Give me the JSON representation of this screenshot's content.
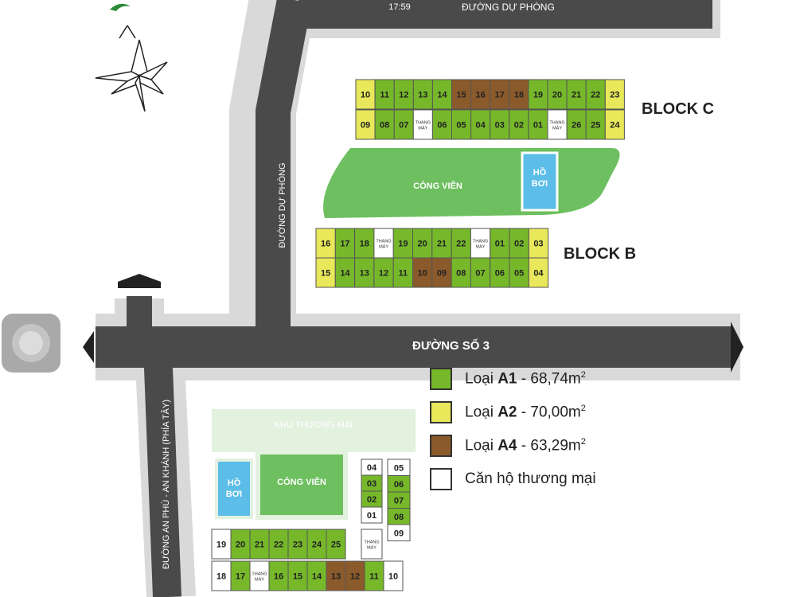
{
  "status_bar": {
    "time": "17:59"
  },
  "roads": {
    "du_phong_top": "ĐƯỜNG DỰ PHÒNG",
    "du_phong_vertical": "ĐƯỜNG DỰ PHÒNG",
    "so_3": "ĐƯỜNG SỐ 3",
    "an_phu": "ĐƯỜNG AN PHÚ - AN KHÁNH (PHÍA TÂY)"
  },
  "areas": {
    "park": "CÔNG VIÊN",
    "pool_line1": "HỒ",
    "pool_line2": "BƠI",
    "commercial_zone": "KHU THƯƠNG MẠI",
    "elevator_line1": "THANG",
    "elevator_line2": "MÁY"
  },
  "blocks": {
    "c_label": "BLOCK C",
    "b_label": "BLOCK B"
  },
  "colors": {
    "A1": "#76b82a",
    "A2": "#e8e85a",
    "A4": "#8b5a2b",
    "commercial": "#ffffff",
    "road": "#4a4a4a",
    "park": "#6dbf5f",
    "pool": "#5bbde8"
  },
  "units": {
    "block_c_top": [
      [
        "10",
        "A2"
      ],
      [
        "11",
        "A1"
      ],
      [
        "12",
        "A1"
      ],
      [
        "13",
        "A1"
      ],
      [
        "14",
        "A1"
      ],
      [
        "15",
        "A4"
      ],
      [
        "16",
        "A4"
      ],
      [
        "17",
        "A4"
      ],
      [
        "18",
        "A4"
      ],
      [
        "19",
        "A1"
      ],
      [
        "20",
        "A1"
      ],
      [
        "21",
        "A1"
      ],
      [
        "22",
        "A1"
      ],
      [
        "23",
        "A2"
      ]
    ],
    "block_c_bottom": [
      [
        "09",
        "A2"
      ],
      [
        "08",
        "A1"
      ],
      [
        "07",
        "A1"
      ],
      [
        "E",
        ""
      ],
      [
        "06",
        "A1"
      ],
      [
        "05",
        "A1"
      ],
      [
        "04",
        "A1"
      ],
      [
        "03",
        "A1"
      ],
      [
        "02",
        "A1"
      ],
      [
        "01",
        "A1"
      ],
      [
        "E",
        ""
      ],
      [
        "26",
        "A1"
      ],
      [
        "25",
        "A1"
      ],
      [
        "24",
        "A2"
      ]
    ],
    "block_b_top": [
      [
        "16",
        "A2"
      ],
      [
        "17",
        "A1"
      ],
      [
        "18",
        "A1"
      ],
      [
        "E",
        ""
      ],
      [
        "19",
        "A1"
      ],
      [
        "20",
        "A1"
      ],
      [
        "21",
        "A1"
      ],
      [
        "22",
        "A1"
      ],
      [
        "E",
        ""
      ],
      [
        "01",
        "A1"
      ],
      [
        "02",
        "A1"
      ],
      [
        "03",
        "A2"
      ]
    ],
    "block_b_bottom": [
      [
        "15",
        "A2"
      ],
      [
        "14",
        "A1"
      ],
      [
        "13",
        "A1"
      ],
      [
        "12",
        "A1"
      ],
      [
        "11",
        "A1"
      ],
      [
        "10",
        "A4"
      ],
      [
        "09",
        "A4"
      ],
      [
        "08",
        "A1"
      ],
      [
        "07",
        "A1"
      ],
      [
        "06",
        "A1"
      ],
      [
        "05",
        "A1"
      ],
      [
        "04",
        "A2"
      ]
    ],
    "block_a_top": [
      [
        "19",
        "CM"
      ],
      [
        "20",
        "A1"
      ],
      [
        "21",
        "A1"
      ],
      [
        "22",
        "A1"
      ],
      [
        "23",
        "A1"
      ],
      [
        "24",
        "A1"
      ],
      [
        "25",
        "A1"
      ]
    ],
    "block_a_bottom": [
      [
        "18",
        "CM"
      ],
      [
        "17",
        "A1"
      ],
      [
        "E",
        ""
      ],
      [
        "16",
        "A1"
      ],
      [
        "15",
        "A1"
      ],
      [
        "14",
        "A1"
      ],
      [
        "13",
        "A4"
      ],
      [
        "12",
        "A4"
      ],
      [
        "11",
        "A1"
      ],
      [
        "10",
        "CM"
      ]
    ],
    "block_a_col_left": [
      [
        "04",
        "CM"
      ],
      [
        "03",
        "A1"
      ],
      [
        "02",
        "A1"
      ],
      [
        "01",
        "CM"
      ]
    ],
    "block_a_col_right": [
      [
        "05",
        "CM"
      ],
      [
        "06",
        "A1"
      ],
      [
        "07",
        "A1"
      ],
      [
        "08",
        "A1"
      ],
      [
        "09",
        "CM"
      ]
    ]
  },
  "legend": [
    {
      "prefix": "Loại ",
      "type": "A1",
      "suffix": " - 68,74m",
      "sup": "2",
      "color_key": "A1"
    },
    {
      "prefix": "Loại ",
      "type": "A2",
      "suffix": " - 70,00m",
      "sup": "2",
      "color_key": "A2"
    },
    {
      "prefix": "Loại ",
      "type": "A4",
      "suffix": " - 63,29m",
      "sup": "2",
      "color_key": "A4"
    },
    {
      "prefix": "Căn hộ thương mại",
      "type": "",
      "suffix": "",
      "sup": "",
      "color_key": "commercial"
    }
  ]
}
